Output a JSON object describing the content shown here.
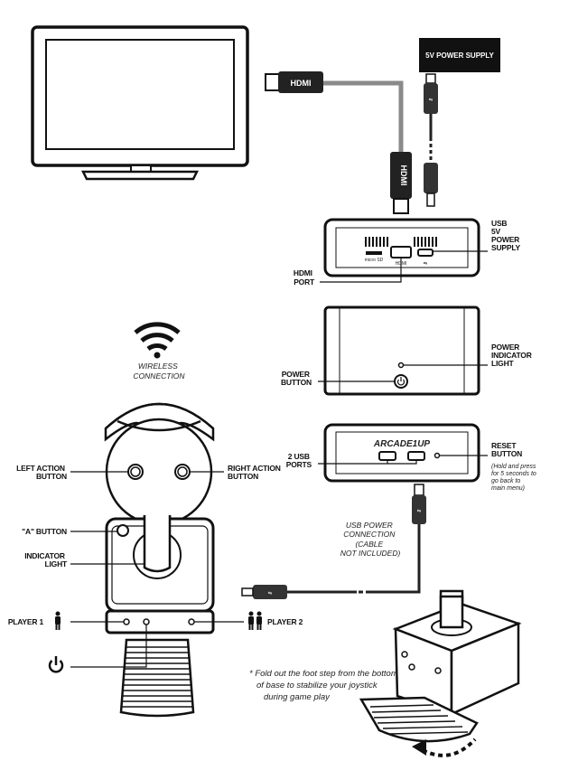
{
  "power_supply_label": "5V POWER SUPPLY",
  "hdmi_cable_text": "HDMI",
  "console_top": {
    "usb_5v_power_supply": [
      "USB",
      "5V",
      "POWER",
      "SUPPLY"
    ],
    "hdmi_port": [
      "HDMI",
      "PORT"
    ],
    "micro_sd_port_text": "micro SD",
    "hdmi_port_text": "HDMI"
  },
  "console_middle": {
    "power_indicator_light": [
      "POWER",
      "INDICATOR",
      "LIGHT"
    ],
    "power_button": [
      "POWER",
      "BUTTON"
    ]
  },
  "console_bottom": {
    "logo": "ARCADE1UP",
    "usb_ports": [
      "2 USB",
      "PORTS"
    ],
    "reset_button": [
      "RESET",
      "BUTTON"
    ],
    "reset_note": [
      "(Hold and press",
      "for 5 seconds to",
      "go back to",
      "main menu)"
    ]
  },
  "usb_power_connection": [
    "USB POWER",
    "CONNECTION",
    "(CABLE",
    "NOT INCLUDED)"
  ],
  "wireless_connection": [
    "WIRELESS",
    "CONNECTION"
  ],
  "joystick": {
    "left_action_button": [
      "LEFT ACTION",
      "BUTTON"
    ],
    "right_action_button": [
      "RIGHT ACTION",
      "BUTTON"
    ],
    "a_button": "\"A\" BUTTON",
    "indicator_light": [
      "INDICATOR",
      "LIGHT"
    ],
    "player1": "PLAYER 1",
    "player2": "PLAYER 2"
  },
  "foot_step_note": [
    "* Fold out the foot step from the bottom",
    "of base to stabilize your joystick",
    "during game play"
  ],
  "icons": [
    "tv-icon",
    "wifi-icon",
    "person-icon",
    "power-icon",
    "usb-icon",
    "fold-arrow-icon"
  ]
}
